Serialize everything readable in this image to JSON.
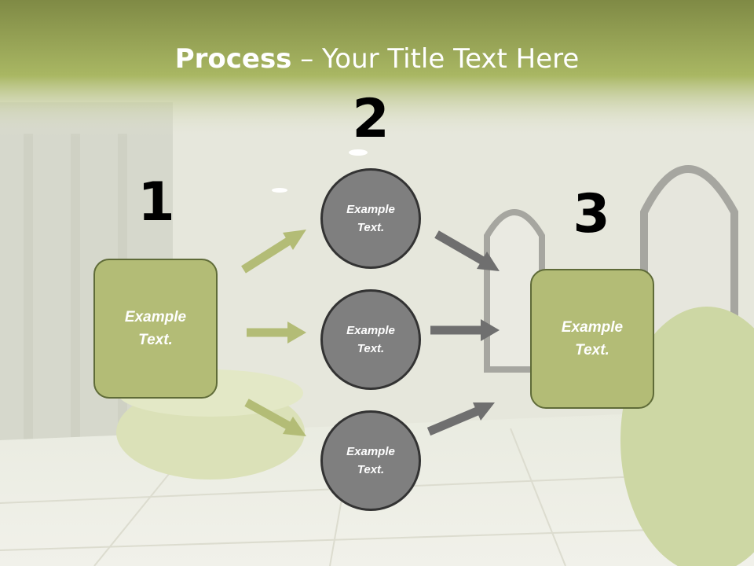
{
  "slide": {
    "title_strong": "Process",
    "title_rest": " – Your Title Text Here"
  },
  "steps": {
    "num_1": "1",
    "num_2": "2",
    "num_3": "3"
  },
  "boxes": {
    "left_text": "Example\nText.",
    "right_text": "Example\nText."
  },
  "circles": {
    "top_text": "Example\nText.",
    "middle_text": "Example\nText.",
    "bottom_text": "Example\nText."
  },
  "colors": {
    "header_green": "#a6b462",
    "box_fill": "#b3bc76",
    "circle_fill": "#7f7f7f",
    "arrow_green": "#b3bc76",
    "arrow_gray": "#6f6f6f"
  }
}
